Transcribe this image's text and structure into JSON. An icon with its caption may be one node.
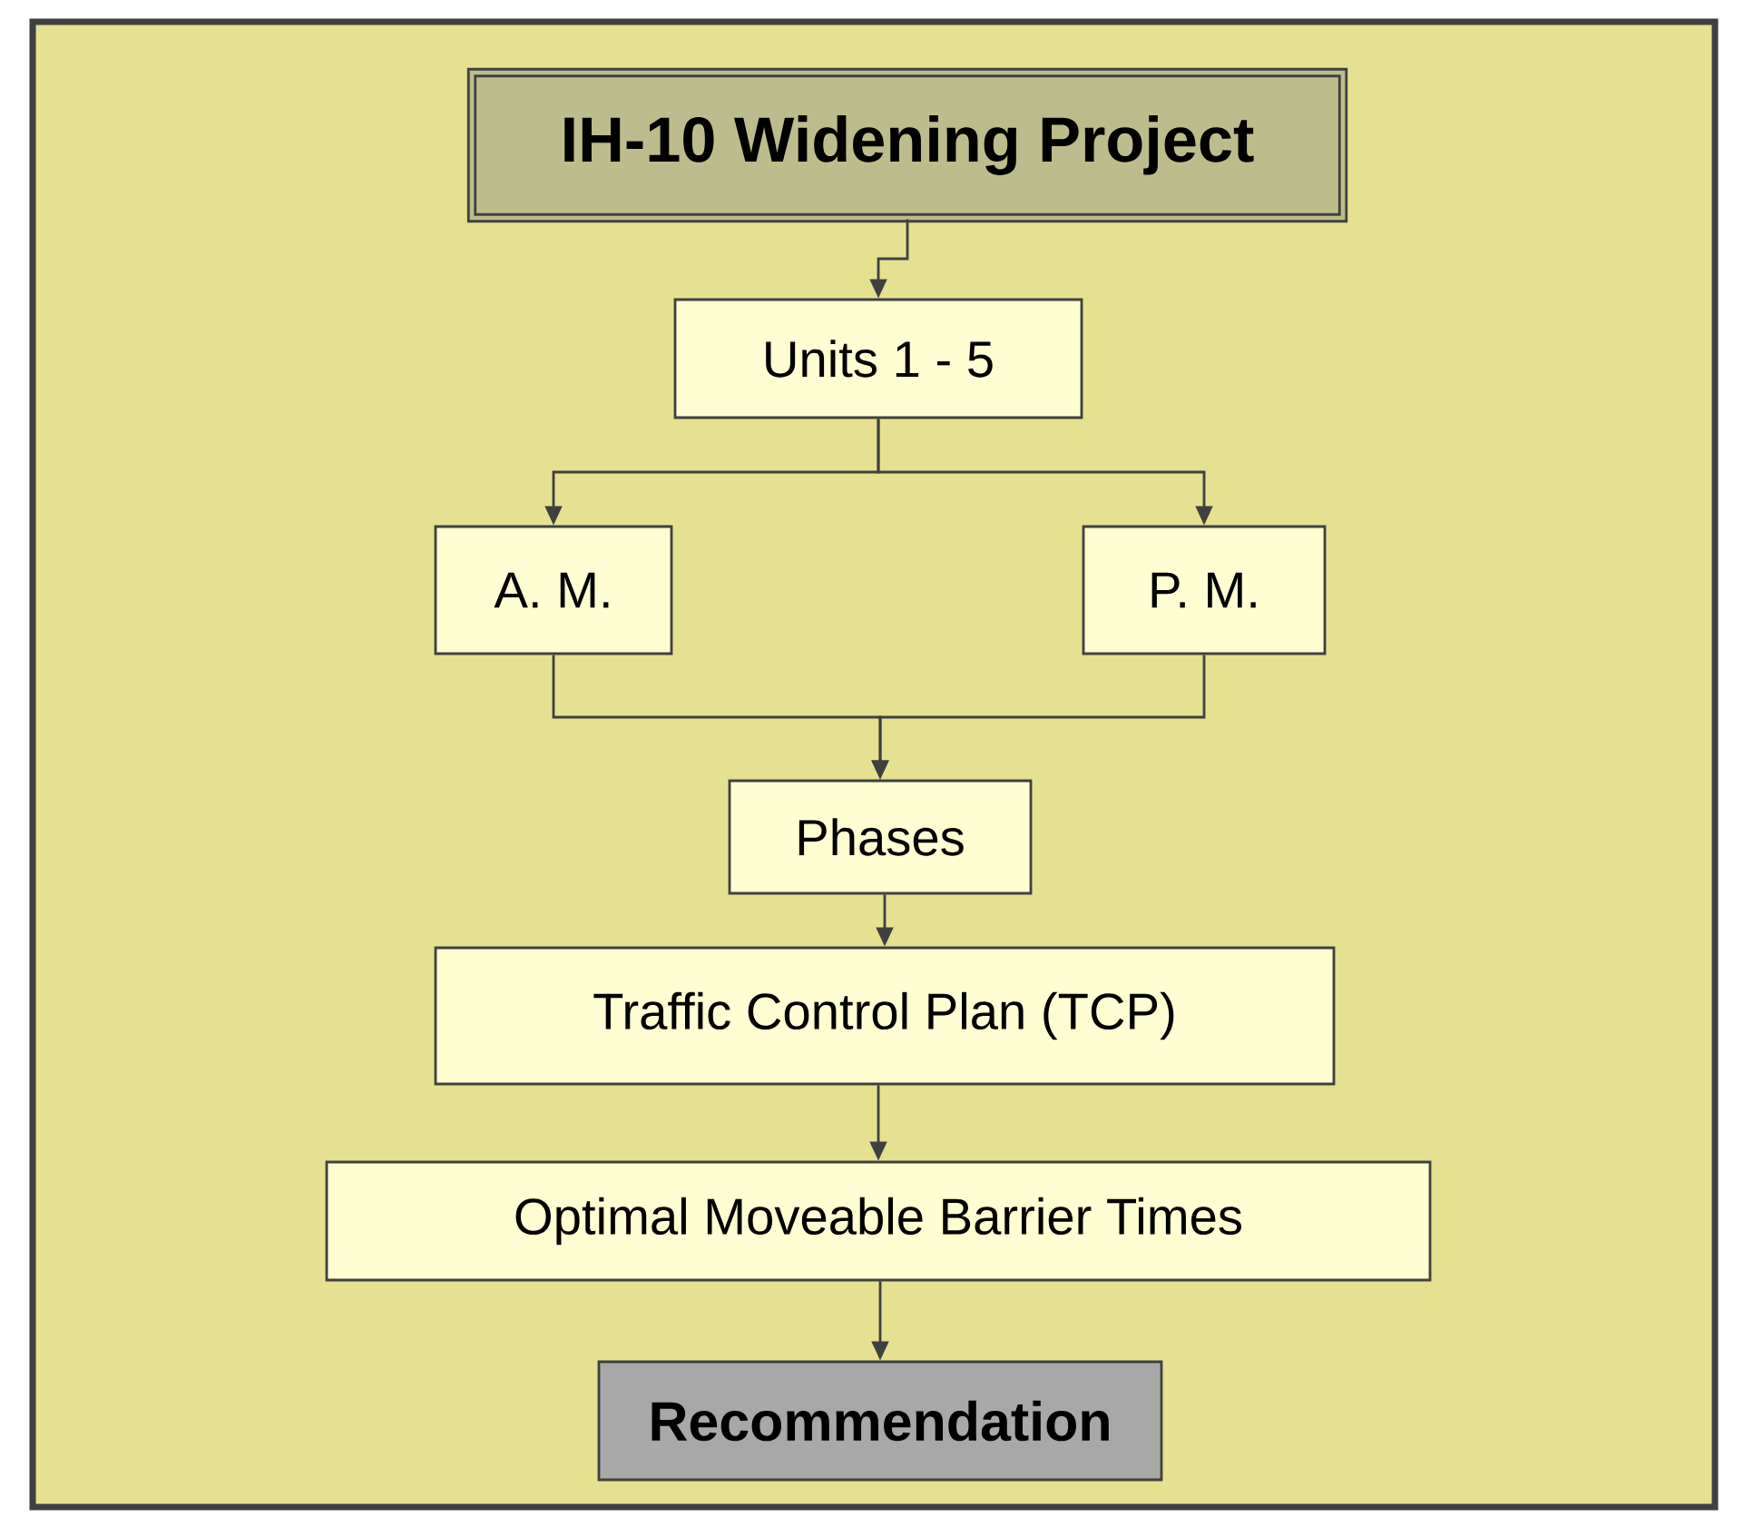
{
  "diagram": {
    "nodes": [
      {
        "text": [
          "IH-10 Widening Project"
        ]
      },
      {
        "text": [
          "Units 1 - 5"
        ]
      },
      {
        "text": [
          "A. M."
        ]
      },
      {
        "text": [
          "P. M."
        ]
      },
      {
        "text": [
          "Phases"
        ]
      },
      {
        "text": [
          "Traffic Control Plan (TCP)"
        ]
      },
      {
        "text": [
          "Optimal Moveable Barrier Times"
        ]
      },
      {
        "text": [
          "Recommendation"
        ]
      }
    ],
    "edges": [
      {
        "from": 0,
        "to": 1,
        "arrow": "to"
      },
      {
        "from": 1,
        "to": 2,
        "arrow": "to"
      },
      {
        "from": 1,
        "to": 3,
        "arrow": "to"
      },
      {
        "from": 2,
        "to": 4,
        "arrow": "to"
      },
      {
        "from": 3,
        "to": 4,
        "arrow": "to"
      },
      {
        "from": 4,
        "to": 5,
        "arrow": "to"
      },
      {
        "from": 5,
        "to": 6,
        "arrow": "to"
      },
      {
        "from": 6,
        "to": 7,
        "arrow": "to"
      }
    ]
  }
}
